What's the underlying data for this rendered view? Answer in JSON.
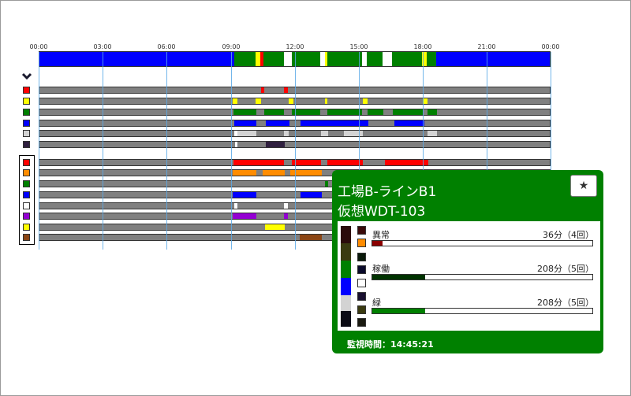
{
  "timeline": {
    "ticks": [
      "00:00",
      "03:00",
      "06:00",
      "09:00",
      "12:00",
      "15:00",
      "18:00",
      "21:00",
      "00:00"
    ]
  },
  "legend_colors": {
    "group1": [
      "#ff0000",
      "#ffff00",
      "#008000",
      "#0000ff",
      "#d3d3d3",
      "#2f1f3f"
    ],
    "group2": [
      "#ff0000",
      "#ff8c00",
      "#008000",
      "#0000ff",
      "#ffffff",
      "#9400d3",
      "#ffff00",
      "#8b4513"
    ]
  },
  "colors": {
    "overview": "#0000ff",
    "idle": "#808080",
    "panel": "#008000"
  },
  "panel": {
    "title_line1": "工場B-ラインB1",
    "title_line2": "仮想WDT-103",
    "star_label": "★",
    "stats": [
      {
        "label": "異常",
        "value": "36分（4回）",
        "fraction": 0.045,
        "color": "#8b0000"
      },
      {
        "label": "稼働",
        "value": "208分（5回）",
        "fraction": 0.24,
        "color": "#003300"
      },
      {
        "label": "緑",
        "value": "208分（5回）",
        "fraction": 0.24,
        "color": "#008000"
      }
    ],
    "strip_colors": [
      "#2b0b0b",
      "#3a3a10",
      "#008000",
      "#0000ff",
      "#d3d3d3",
      "#0a0a14"
    ],
    "mini_colors": [
      "#3a0a0a",
      "#ff8c00",
      "#0a1a0a",
      "#0a0a2a",
      "#ffffff",
      "#1a1030",
      "#3a3a10",
      "#1a1a10"
    ],
    "monitor_label": "監視時間：14:45:21"
  }
}
